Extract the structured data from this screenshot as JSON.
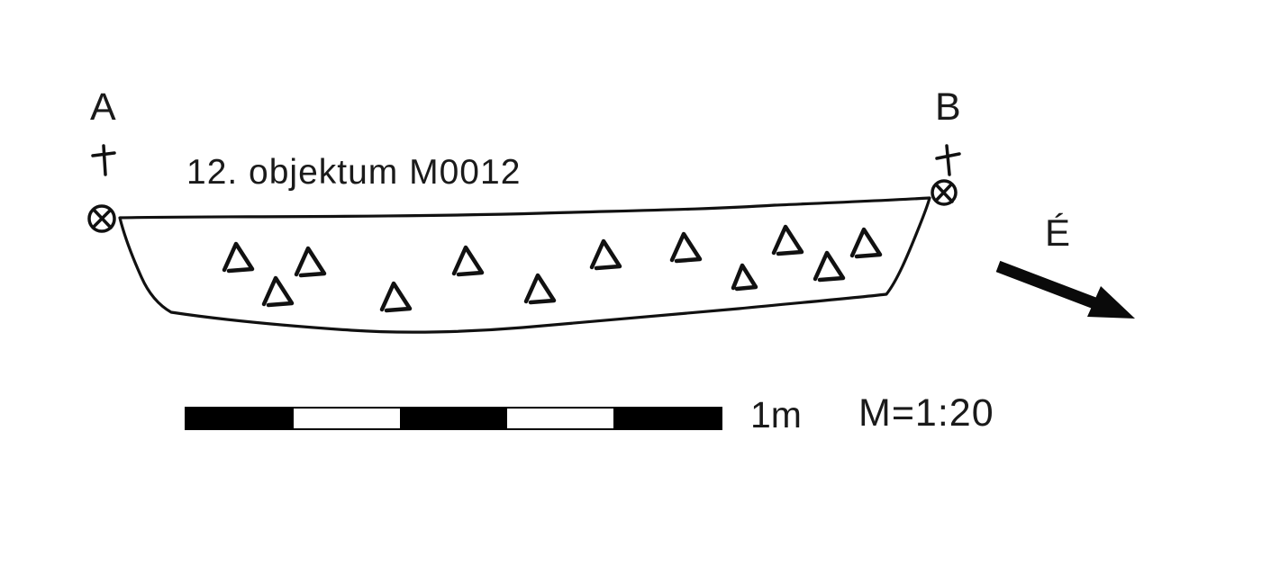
{
  "page": {
    "background": "#ffffff",
    "ink_color": "#111111"
  },
  "diagram": {
    "type": "hand-drawn archaeological section profile",
    "title": "12. objektum M0012",
    "section_point_a": "A",
    "section_point_b": "B",
    "north_label": "É",
    "scale": {
      "length_label": "1m",
      "ratio_label": "M=1:20",
      "bar_segments": [
        "#000000",
        "#ffffff",
        "#000000",
        "#ffffff",
        "#000000"
      ]
    },
    "icons": {
      "survey_marker_a": "circled-x-icon",
      "survey_marker_b": "circled-x-icon",
      "datum_cross_a": "cross-icon",
      "datum_cross_b": "cross-icon",
      "north_arrow": "arrow-southeast-icon",
      "stones": "triangle-stone-icon"
    },
    "stone_count": 12
  }
}
